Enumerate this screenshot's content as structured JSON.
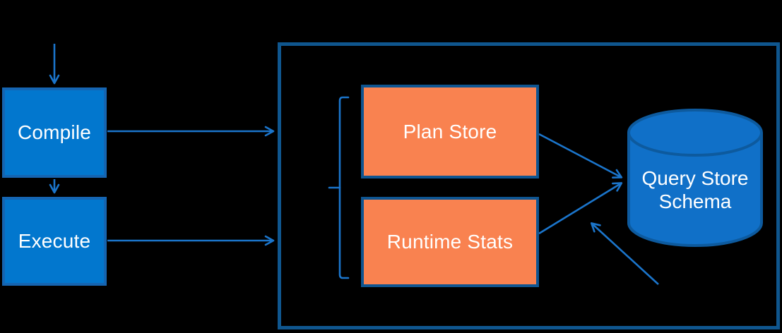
{
  "diagram": {
    "nodes": {
      "compile": {
        "label": "Compile"
      },
      "execute": {
        "label": "Execute"
      },
      "plan_store": {
        "label": "Plan Store"
      },
      "runtime_stats": {
        "label": "Runtime Stats"
      },
      "query_store_schema": {
        "label_line1": "Query Store",
        "label_line2": "Schema"
      }
    },
    "icons": {
      "database_cylinder": "database-cylinder-icon",
      "grouping_bracket": "grouping-bracket"
    }
  },
  "colors": {
    "background": "#000000",
    "node-fill": "#0277CE",
    "node-border": "#1565B2",
    "container-border": "#0F568E",
    "orange-fill": "#F98250",
    "orange-border": "#0E5591",
    "cylinder-fill": "#1070C8",
    "cylinder-border": "#0D5A9E",
    "arrow": "#1B75CB",
    "text": "#FFFFFF"
  }
}
